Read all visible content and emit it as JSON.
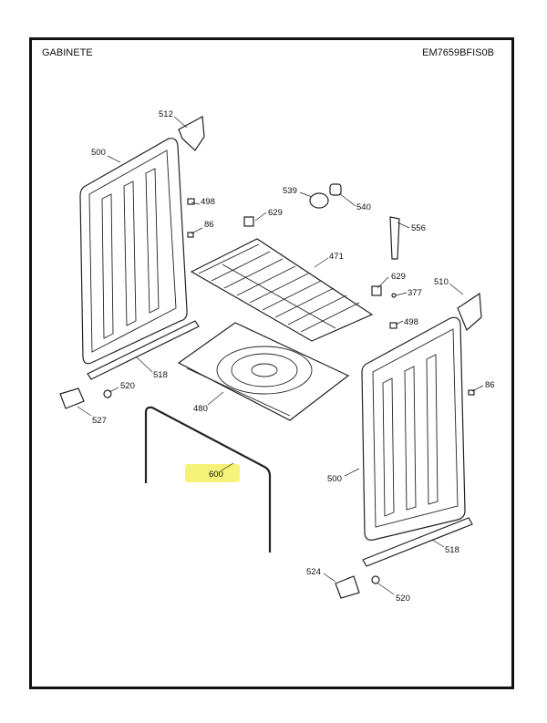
{
  "header": {
    "title": "GABINETE",
    "model": "EM7659BFIS0B"
  },
  "highlight_color": "#f7f27a",
  "callouts": [
    {
      "key": "c512",
      "text": "512"
    },
    {
      "key": "c500a",
      "text": "500"
    },
    {
      "key": "c498a",
      "text": "498"
    },
    {
      "key": "c86a",
      "text": "86"
    },
    {
      "key": "c539",
      "text": "539"
    },
    {
      "key": "c540",
      "text": "540"
    },
    {
      "key": "c629a",
      "text": "629"
    },
    {
      "key": "c556",
      "text": "556"
    },
    {
      "key": "c471",
      "text": "471"
    },
    {
      "key": "c629b",
      "text": "629"
    },
    {
      "key": "c510",
      "text": "510"
    },
    {
      "key": "c377",
      "text": "377"
    },
    {
      "key": "c498b",
      "text": "498"
    },
    {
      "key": "c518a",
      "text": "518"
    },
    {
      "key": "c520a",
      "text": "520"
    },
    {
      "key": "c480",
      "text": "480"
    },
    {
      "key": "c527",
      "text": "527"
    },
    {
      "key": "c86b",
      "text": "86"
    },
    {
      "key": "c600",
      "text": "600"
    },
    {
      "key": "c500b",
      "text": "500"
    },
    {
      "key": "c518b",
      "text": "518"
    },
    {
      "key": "c524",
      "text": "524"
    },
    {
      "key": "c520b",
      "text": "520"
    }
  ]
}
